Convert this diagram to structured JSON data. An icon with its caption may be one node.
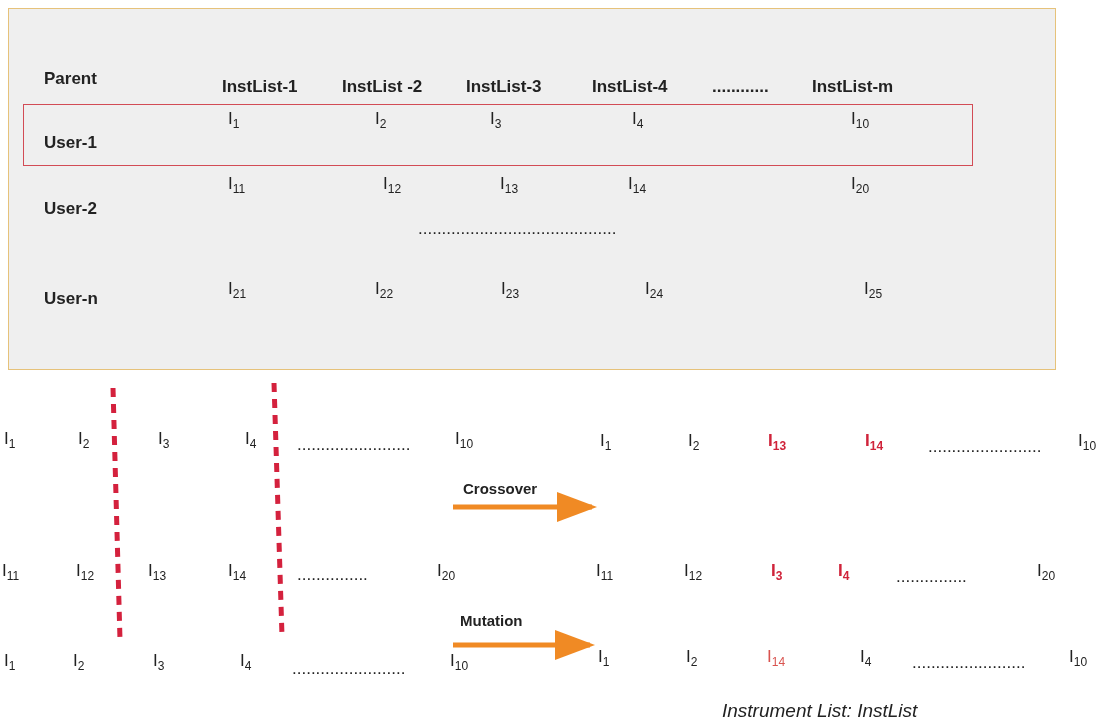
{
  "diagram": {
    "caption": "Instrument List: InstList",
    "nodes": [
      {
        "text": [],
        "shape": "box"
      },
      {
        "text": [],
        "shape": "box",
        "in": 0
      }
    ],
    "labels": [
      "Parent",
      "InstList-1",
      "InstList -2",
      "InstList-3",
      "InstList-4",
      "............",
      "InstList-m",
      "User-1",
      "I$_{1}$",
      "I$_{2}$",
      "I$_{3}$",
      "I$_{4}$",
      "I$_{10}$",
      "User-2",
      "I$_{11}$",
      "I$_{12}$",
      "I$_{13}$",
      "I$_{14}$",
      "I$_{20}$",
      "..........................................",
      "User-n",
      "I$_{21}$",
      "I$_{22}$",
      "I$_{23}$",
      "I$_{24}$",
      "I$_{25}$",
      "I$_{1}$",
      "I$_{2}$",
      "I$_{3}$",
      "I$_{4}$",
      "........................",
      "I$_{10}$",
      "I$_{1}$",
      "I$_{2}$",
      "I$_{13}$",
      "I$_{14}$",
      "........................",
      "I$_{10}$",
      "I$_{11}$",
      "I$_{12}$",
      "I$_{13}$",
      "I$_{14}$",
      "...............",
      "I$_{20}$",
      "I$_{11}$",
      "I$_{12}$",
      "I$_{3}$",
      "I$_{4}$",
      "...............",
      "I$_{20}$",
      "I$_{1}$",
      "I$_{2}$",
      "I$_{3}$",
      "I$_{4}$",
      "........................",
      "I$_{10}$",
      "I$_{1}$",
      "I$_{2}$",
      "I$_{14}$",
      "I$_{4}$",
      "........................",
      "I$_{10}$",
      "Crossover",
      "Mutation"
    ]
  }
}
